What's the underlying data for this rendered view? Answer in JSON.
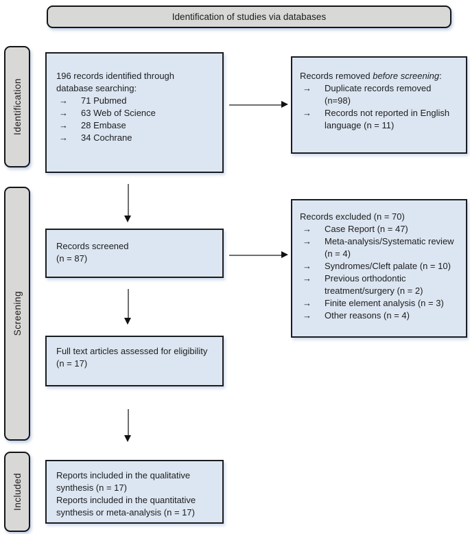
{
  "banner": {
    "label": "Identification of studies via databases"
  },
  "glyphs": {
    "bullet": "→"
  },
  "colors": {
    "box_fill": "#dce6f2",
    "panel_fill": "#d8d8d6",
    "border": "#1b1b1b",
    "shadow": "#c4d3ee"
  },
  "stages": [
    {
      "label": "Identification"
    },
    {
      "label": "Screening"
    },
    {
      "label": "Included"
    }
  ],
  "boxes": {
    "identified": {
      "title": "196 records identified through database searching:",
      "items": [
        "71 Pubmed",
        "63 Web of Science",
        "28 Embase",
        "34 Cochrane"
      ]
    },
    "removed": {
      "title_prefix": "Records removed ",
      "title_italic": "before screening",
      "title_suffix": ":",
      "items": [
        "Duplicate records removed (n=98)",
        "Records not reported in English language (n = 11)"
      ]
    },
    "screened": {
      "lines": [
        "Records screened",
        "(n = 87)"
      ]
    },
    "excluded": {
      "title": "Records excluded (n = 70)",
      "items": [
        "Case Report (n = 47)",
        "Meta-analysis/Systematic review (n = 4)",
        "Syndromes/Cleft palate (n = 10)",
        "Previous orthodontic treatment/surgery (n = 2)",
        "Finite element analysis (n = 3)",
        "Other reasons (n = 4)"
      ]
    },
    "fulltext": {
      "lines": [
        "Full text articles assessed for eligibility",
        "(n = 17)"
      ]
    },
    "included": {
      "lines": [
        "Reports included in the qualitative synthesis (n = 17)",
        "Reports included in the quantitative synthesis or meta-analysis (n = 17)"
      ]
    }
  }
}
